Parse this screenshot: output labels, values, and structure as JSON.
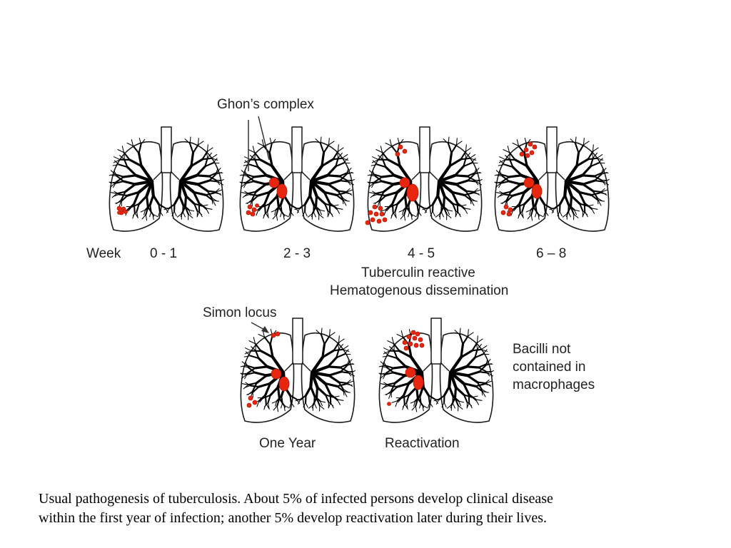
{
  "diagram": {
    "ghon_label": "Ghon’s complex",
    "week_label": "Week",
    "timepoints": [
      "0 - 1",
      "2 - 3",
      "4 - 5",
      "6 – 8"
    ],
    "tuberculin_label": "Tuberculin reactive",
    "hematogenous_label": "Hematogenous dissemination",
    "simon_label": "Simon locus",
    "one_year_label": "One Year",
    "reactivation_label": "Reactivation",
    "bacilli_note": [
      "Bacilli not",
      "contained in",
      "macrophages"
    ],
    "colors": {
      "lung_outline": "#1a1a1a",
      "airways": "#000000",
      "lesion": "#e8250f",
      "lesion_edge": "#b51a08"
    }
  },
  "caption": {
    "line1": "Usual pathogenesis of tuberculosis. About 5% of infected persons develop clinical disease",
    "line2": "within the first year of infection; another 5% develop reactivation later during their lives."
  }
}
